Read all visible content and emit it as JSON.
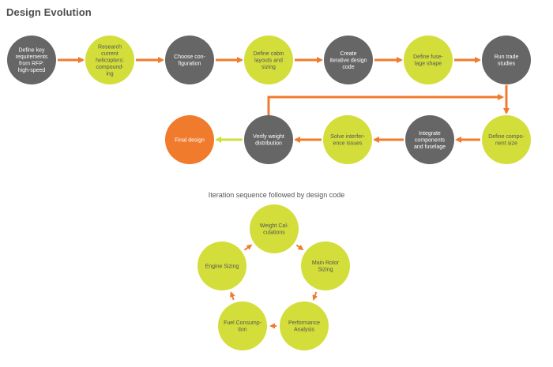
{
  "title": "Design Evolution",
  "subtitle": "Iteration sequence followed by design code",
  "colors": {
    "gray": "#666666",
    "lime": "#d3de3a",
    "orange": "#f07b2c",
    "arrow": "#f07b2c",
    "final_arrow": "#d3de3a",
    "text_on_gray": "#ffffff",
    "text_on_lime": "#555555"
  },
  "process_steps": [
    {
      "id": "define-key-requirements",
      "lines": [
        "Define key",
        "requirements",
        "from RFP:",
        "high-speed"
      ],
      "color": "gray"
    },
    {
      "id": "research-helicopters",
      "lines": [
        "Research",
        "current",
        "helicopters:",
        "compound-",
        "ing"
      ],
      "color": "lime"
    },
    {
      "id": "choose-configuration",
      "lines": [
        "Choose con-",
        "figuration"
      ],
      "color": "gray"
    },
    {
      "id": "define-cabin-layouts",
      "lines": [
        "Define cabin",
        "layouts and",
        "sizing"
      ],
      "color": "lime"
    },
    {
      "id": "create-design-code",
      "lines": [
        "Create",
        "iterative design",
        "code"
      ],
      "color": "gray"
    },
    {
      "id": "define-fuselage-shape",
      "lines": [
        "Define fuse-",
        "lage shape"
      ],
      "color": "lime"
    },
    {
      "id": "run-trade-studies",
      "lines": [
        "Run trade",
        "studies"
      ],
      "color": "gray"
    },
    {
      "id": "define-component-size",
      "lines": [
        "Define compo-",
        "nent size"
      ],
      "color": "lime"
    },
    {
      "id": "integrate-components",
      "lines": [
        "Integrate",
        "components",
        "and fuselage"
      ],
      "color": "gray"
    },
    {
      "id": "solve-interference",
      "lines": [
        "Solve interfer-",
        "ence issues"
      ],
      "color": "lime"
    },
    {
      "id": "verify-weight",
      "lines": [
        "Verify weight",
        "distribution"
      ],
      "color": "gray"
    },
    {
      "id": "final-design",
      "lines": [
        "Final design"
      ],
      "color": "orange"
    }
  ],
  "iteration_cycle": [
    {
      "id": "weight-calculations",
      "lines": [
        "Weight Cal-",
        "culations"
      ]
    },
    {
      "id": "main-rotor-sizing",
      "lines": [
        "Main Rotor",
        "Sizing"
      ]
    },
    {
      "id": "performance-analysis",
      "lines": [
        "Performance",
        "Analysis"
      ]
    },
    {
      "id": "fuel-consumption",
      "lines": [
        "Fuel Consump-",
        "tion"
      ]
    },
    {
      "id": "engine-sizing",
      "lines": [
        "Engine Sizing"
      ]
    }
  ]
}
